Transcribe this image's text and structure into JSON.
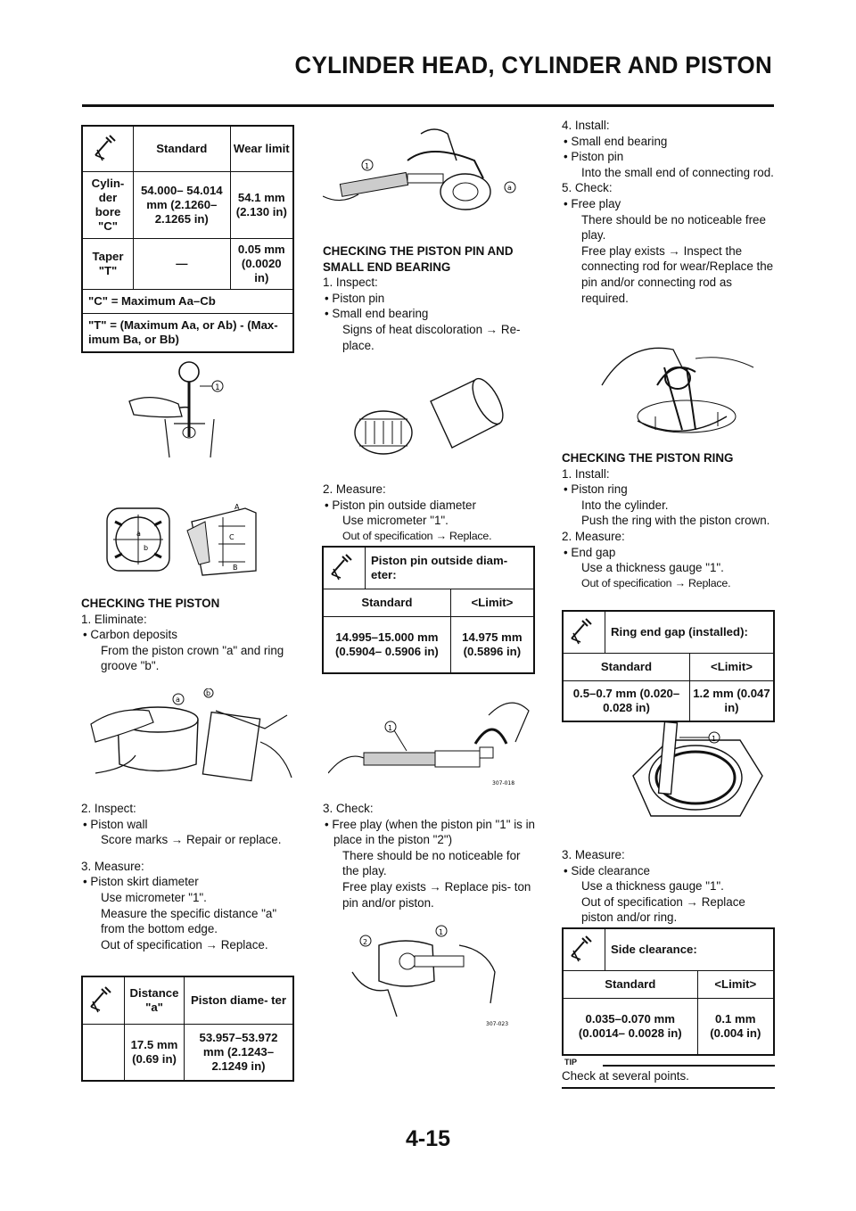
{
  "header": {
    "title": "CYLINDER HEAD, CYLINDER AND PISTON"
  },
  "page_number": "4-15",
  "table_cylinder": {
    "head_standard": "Standard",
    "head_wear": "Wear limit",
    "r1_label": "Cylin- der bore \"C\"",
    "r1_standard": "54.000– 54.014 mm (2.1260– 2.1265 in)",
    "r1_wear": "54.1 mm (2.130 in)",
    "r2_label": "Taper \"T\"",
    "r2_standard": "—",
    "r2_wear": "0.05 mm (0.0020 in)",
    "note1": "\"C\" = Maximum Aa–Cb",
    "note2": "\"T\" = (Maximum Aa, or Ab) - (Max- imum Ba, or Bb)"
  },
  "fig_labels": {
    "n1": "1",
    "a": "a",
    "b": "b",
    "A": "A",
    "B": "B",
    "C": "C",
    "n2": "2",
    "code1": "307-018",
    "code2": "307-023"
  },
  "col1": {
    "h1": "CHECKING THE PISTON",
    "s1": "1. Eliminate:",
    "s1a": "• Carbon deposits",
    "s1b": "From the piston crown \"a\" and ring groove \"b\".",
    "s2": "2. Inspect:",
    "s2a": "• Piston wall",
    "s2b": "Score marks → Repair or replace.",
    "s3": "3. Measure:",
    "s3a": "• Piston skirt diameter",
    "s3b": "Use micrometer \"1\".",
    "s3c": "Measure the specific distance \"a\" from the bottom edge.",
    "s3d": "Out of specification → Replace."
  },
  "table_skirt": {
    "h1": "Distance \"a\"",
    "h2": "Piston diame- ter",
    "v1": "17.5 mm (0.69 in)",
    "v2": "53.957–53.972 mm (2.1243– 2.1249 in)"
  },
  "col2": {
    "h1": "CHECKING THE PISTON PIN AND SMALL END BEARING",
    "s1": "1. Inspect:",
    "s1a": "• Piston pin",
    "s1b": "• Small end bearing",
    "s1c": "Signs of heat discoloration → Re- place.",
    "s2": "2. Measure:",
    "s2a": "• Piston pin outside diameter",
    "s2b": "Use micrometer \"1\".",
    "s2c": "Out of specification → Replace.",
    "s3": "3. Check:",
    "s3a": "• Free play (when the piston pin \"1\" is in place in the piston \"2\")",
    "s3b": "There should be no noticeable for the play.",
    "s3c": "Free play exists → Replace pis- ton pin and/or piston."
  },
  "table_pin": {
    "title": "Piston pin outside diam- eter:",
    "h1": "Standard",
    "h2": "<Limit>",
    "v1": "14.995–15.000 mm (0.5904– 0.5906 in)",
    "v2": "14.975 mm (0.5896 in)"
  },
  "col3": {
    "s4": "4. Install:",
    "s4a": "• Small end bearing",
    "s4b": "• Piston pin",
    "s4c": "Into the small end of connecting rod.",
    "s5": "5. Check:",
    "s5a": "• Free play",
    "s5b": "There should be no noticeable free play.",
    "s5c": "Free play exists → Inspect the connecting rod for wear/Replace the pin and/or connecting rod as required.",
    "h2": "CHECKING THE PISTON RING",
    "r1": "1. Install:",
    "r1a": "• Piston ring",
    "r1b": "Into the cylinder.",
    "r1c": "Push the ring with the piston crown.",
    "r2": "2. Measure:",
    "r2a": "• End gap",
    "r2b": "Use a thickness gauge \"1\".",
    "r2c": "Out of specification → Replace.",
    "r3": "3. Measure:",
    "r3a": "• Side clearance",
    "r3b": "Use a thickness gauge \"1\".",
    "r3c": "Out of specification → Replace piston and/or ring."
  },
  "table_gap": {
    "title": "Ring end gap (installed):",
    "h1": "Standard",
    "h2": "<Limit>",
    "v1": "0.5–0.7 mm (0.020–0.028 in)",
    "v2": "1.2 mm (0.047 in)"
  },
  "table_side": {
    "title": "Side clearance:",
    "h1": "Standard",
    "h2": "<Limit>",
    "v1": "0.035–0.070 mm (0.0014– 0.0028 in)",
    "v2": "0.1 mm (0.004 in)"
  },
  "tip": {
    "label": "TIP",
    "text": "Check at several points."
  }
}
